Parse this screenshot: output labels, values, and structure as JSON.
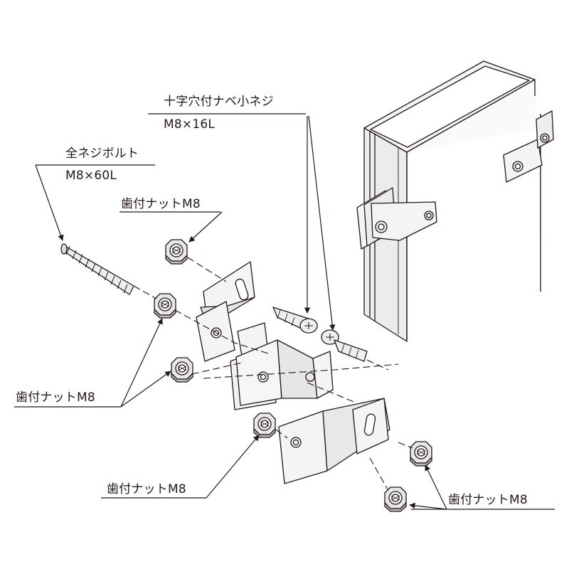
{
  "labels": {
    "screw_name": "十字穴付ナベ小ネジ",
    "screw_size": "M8×16L",
    "bolt_name": "全ネジボルト",
    "bolt_size": "M8×60L",
    "nut_top": "歯付ナットM8",
    "nut_left": "歯付ナットM8",
    "nut_bottom": "歯付ナットM8",
    "nut_right": "歯付ナットM8"
  },
  "colors": {
    "line": "#231815",
    "metal_face": "#f4f4f4",
    "metal_shade": "#cfcfcf",
    "nut_face": "#e8e8e8"
  }
}
